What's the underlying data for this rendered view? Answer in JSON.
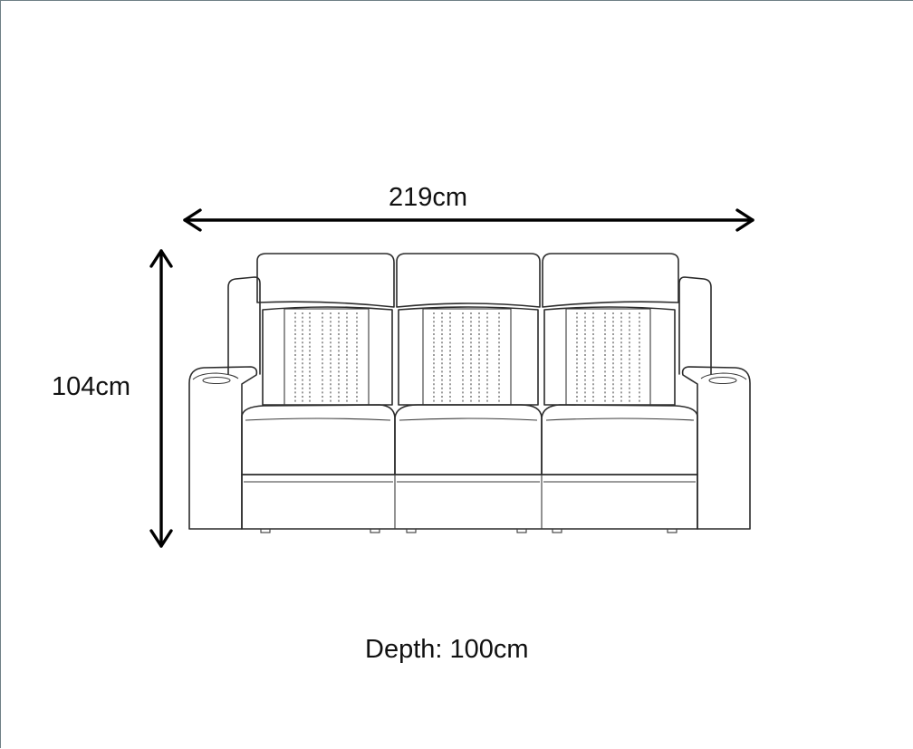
{
  "dimensions": {
    "width": "219cm",
    "height": "104cm",
    "depth": "Depth: 100cm"
  },
  "product": {
    "image_icon": "three-seat-recliner-sofa-line-drawing",
    "seats": 3
  },
  "colors": {
    "line": "#2b2b2b",
    "arrow": "#000000",
    "background": "#ffffff",
    "frame": "#6f7f86"
  }
}
